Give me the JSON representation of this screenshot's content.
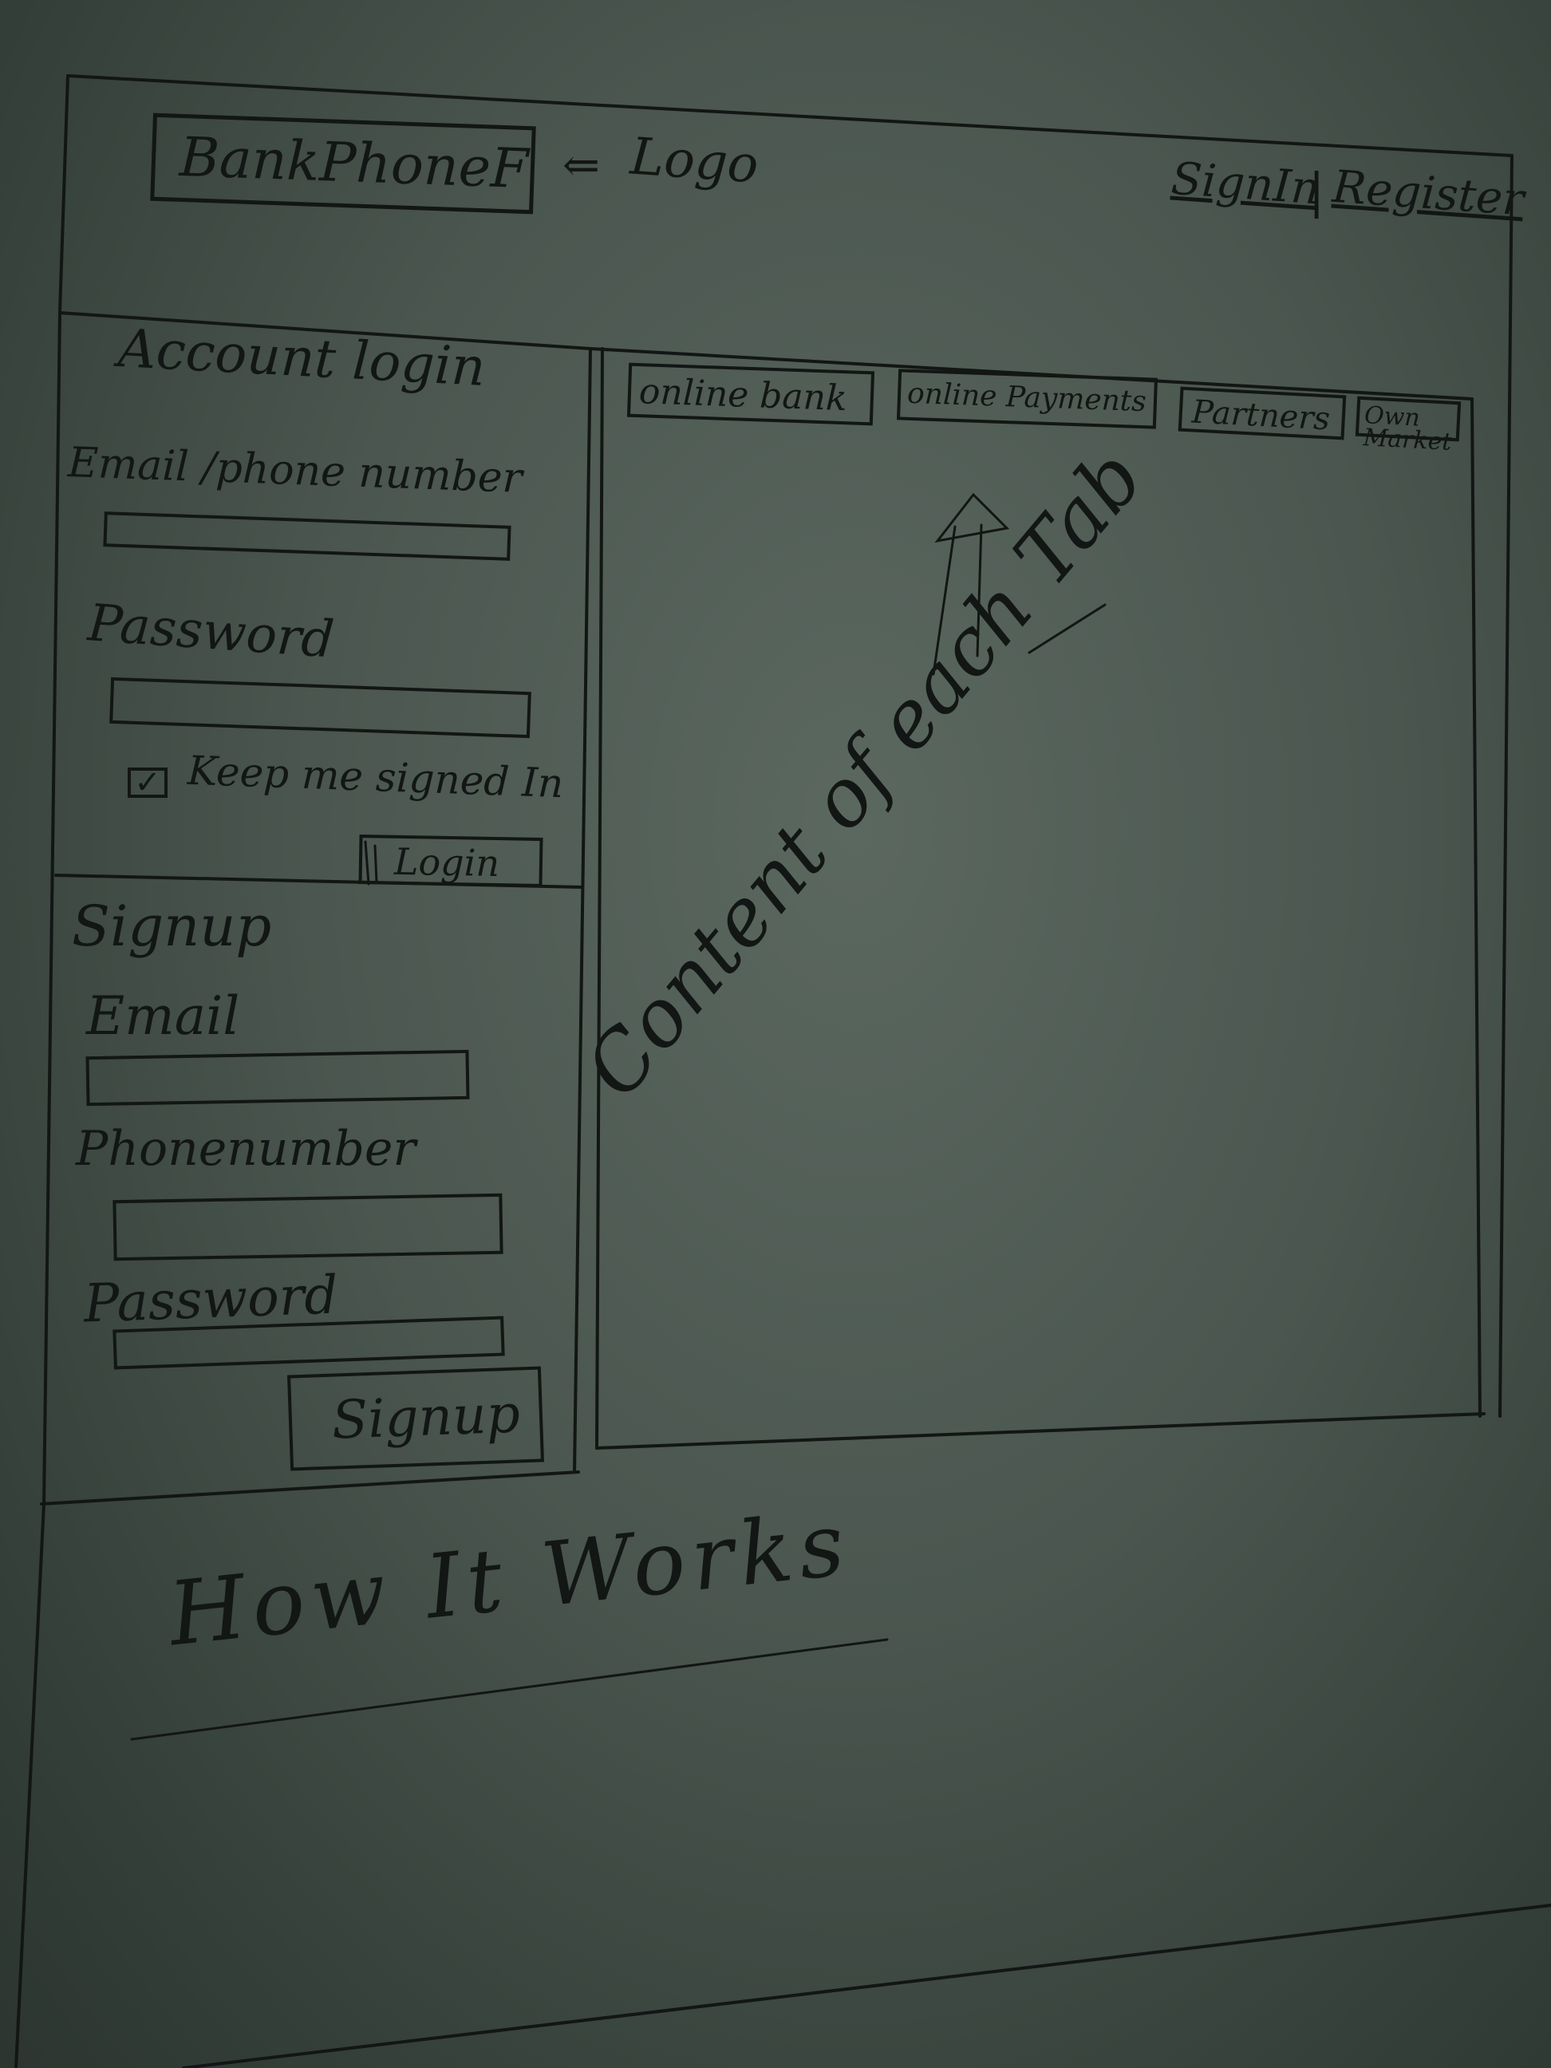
{
  "header": {
    "logo_text": "BankPhoneF",
    "logo_annotation": "Logo",
    "sign_in": "SignIn",
    "separator": "|",
    "register": "Register"
  },
  "login": {
    "title": "Account login",
    "email_label": "Email /phone number",
    "email_value": "",
    "password_label": "Password",
    "password_value": "",
    "keep_signed_in_label": "Keep me signed In",
    "keep_signed_in_checked": true,
    "login_button": "Login"
  },
  "signup": {
    "title": "Signup",
    "email_label": "Email",
    "email_value": "",
    "phone_label": "Phonenumber",
    "phone_value": "",
    "password_label": "Password",
    "password_value": "",
    "signup_button": "Signup"
  },
  "tabs": [
    {
      "label": "online bank"
    },
    {
      "label": "online Payments"
    },
    {
      "label": "Partners"
    },
    {
      "label": "Own Market"
    }
  ],
  "content": {
    "annotation": "Content of each Tab"
  },
  "footer": {
    "heading": "How It Works"
  }
}
